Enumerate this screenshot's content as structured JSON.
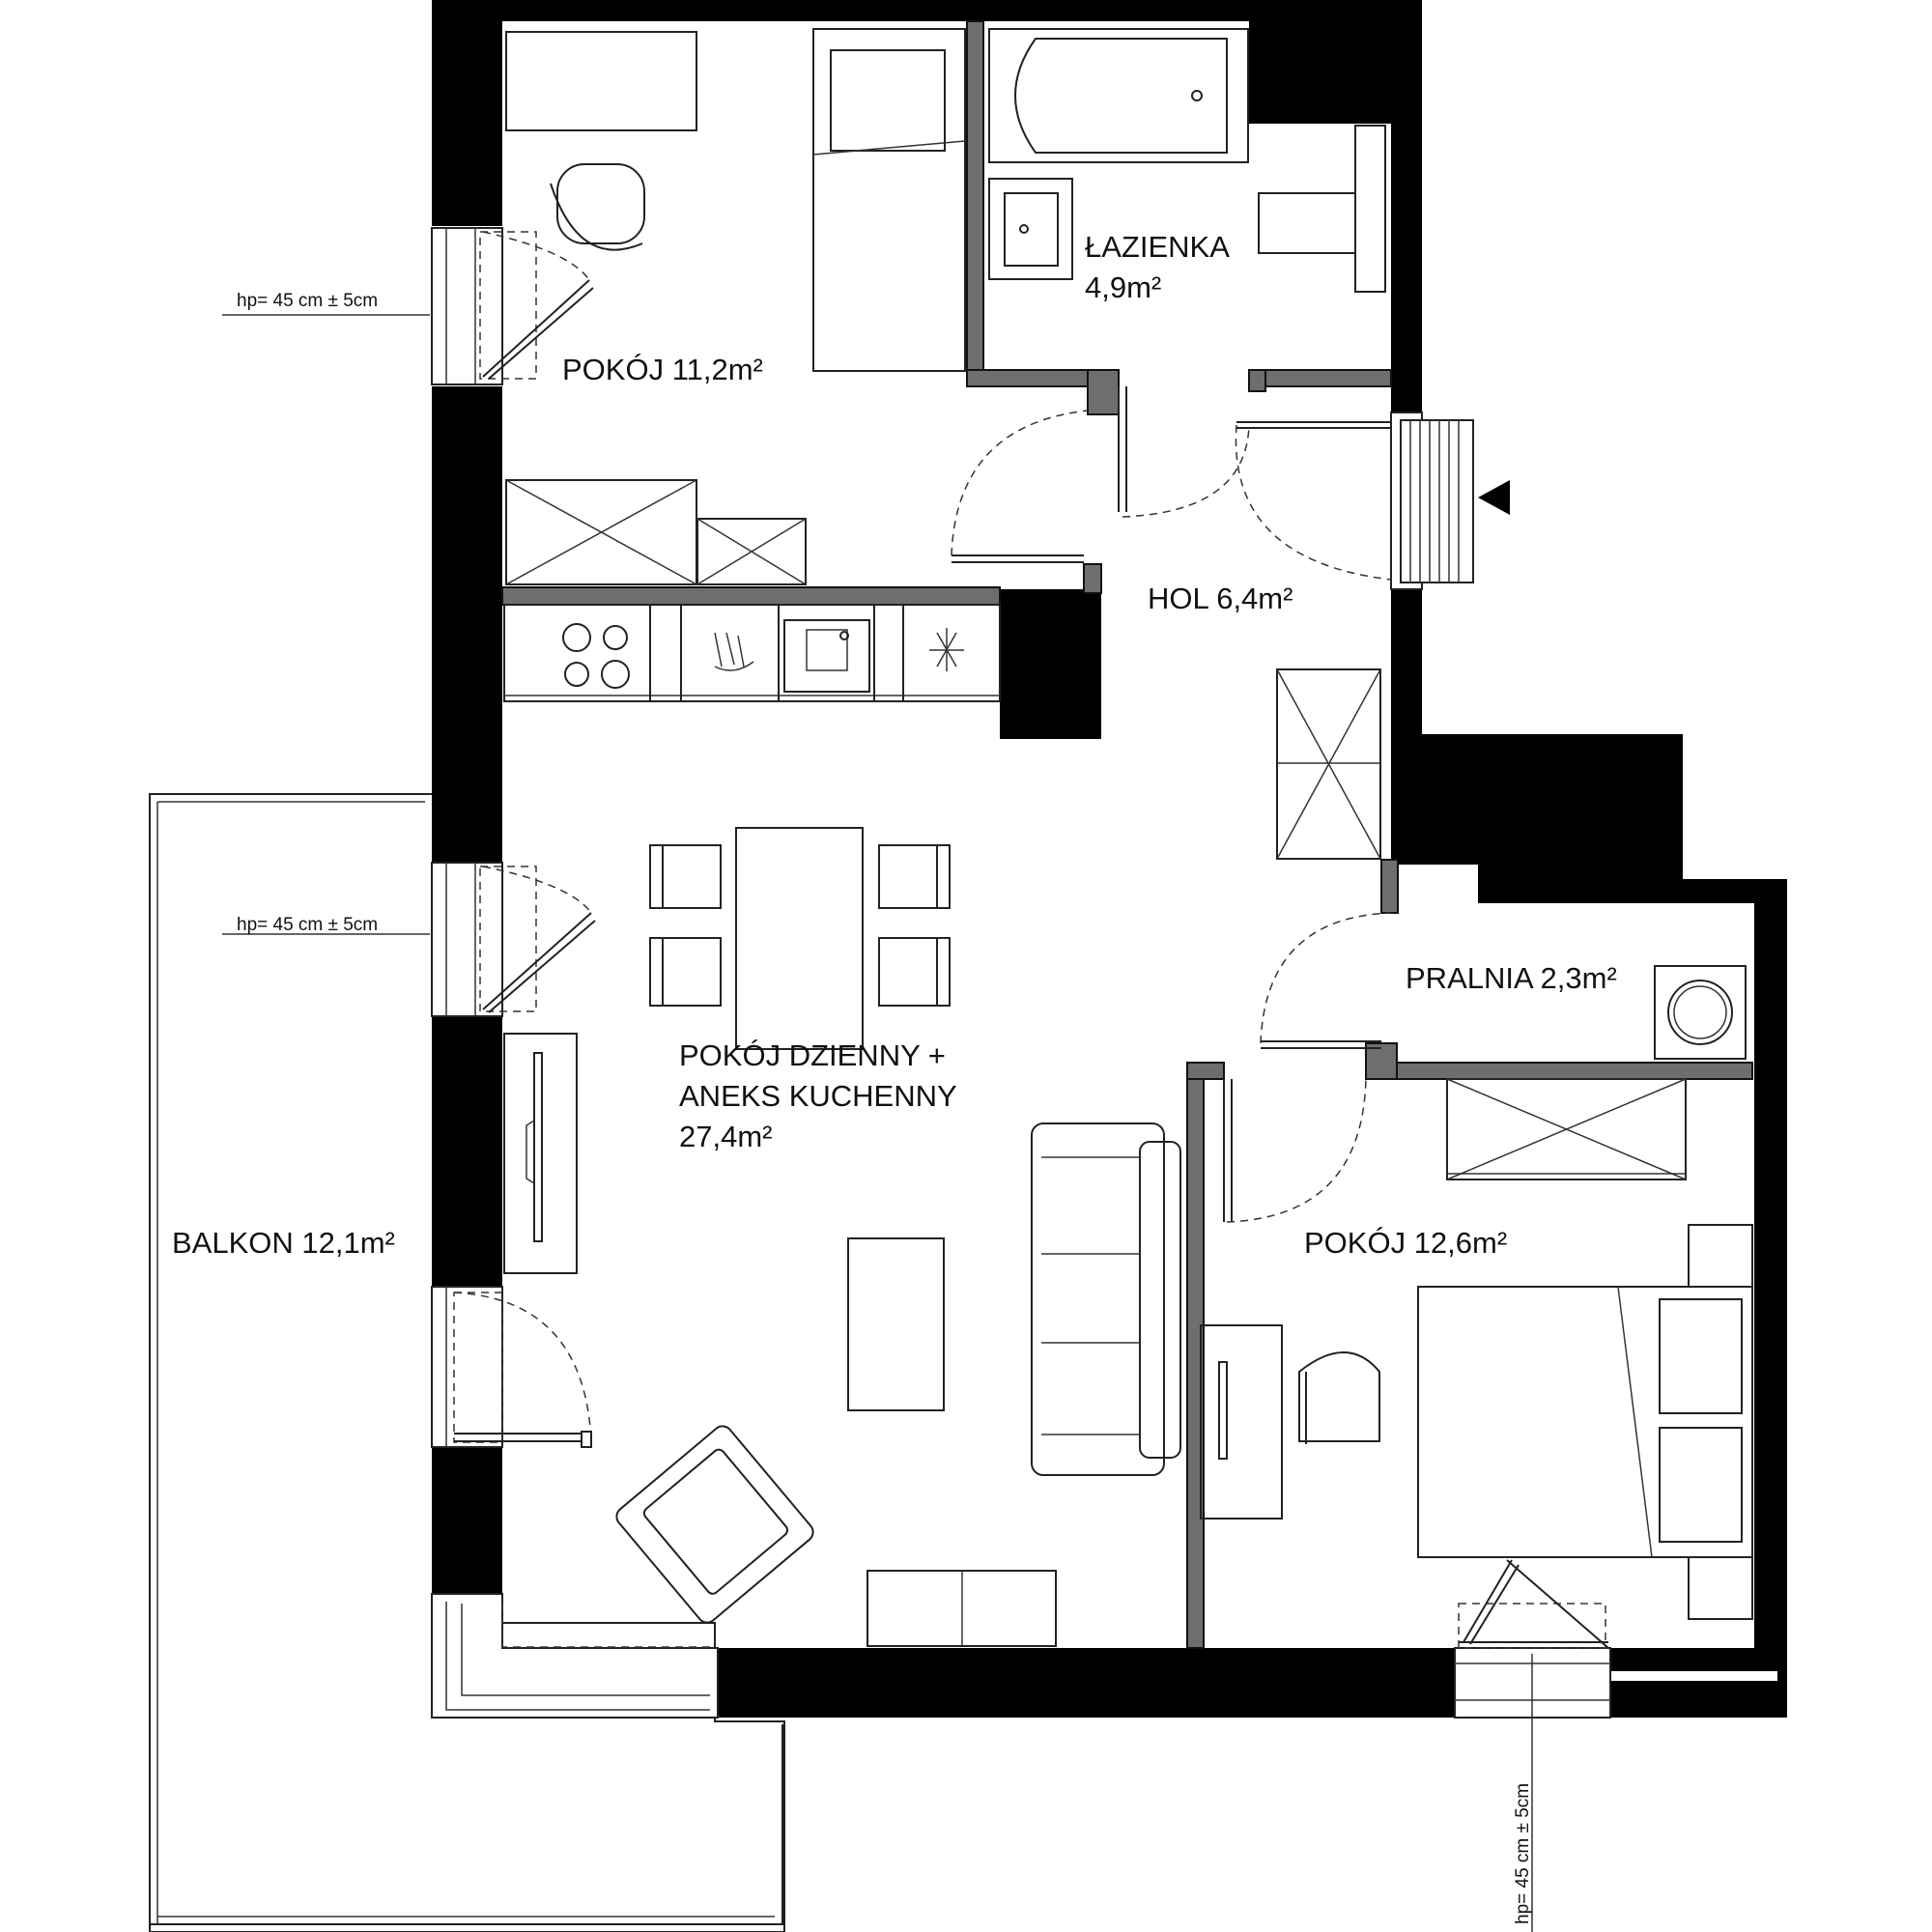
{
  "rooms": {
    "pokoj1": "POKÓJ 11,2m²",
    "lazienka_name": "ŁAZIENKA",
    "lazienka_area": "4,9m²",
    "hol": "HOL 6,4m²",
    "pralnia": "PRALNIA 2,3m²",
    "dzienny_l1": "POKÓJ DZIENNY +",
    "dzienny_l2": "ANEKS KUCHENNY",
    "dzienny_l3": "27,4m²",
    "pokoj2": "POKÓJ 12,6m²",
    "balkon": "BALKON 12,1m²"
  },
  "notes": {
    "window_top": "hp= 45 cm ± 5cm",
    "window_mid": "hp= 45 cm ± 5cm",
    "window_bottom": "hp= 45 cm ± 5cm"
  },
  "colors": {
    "wall": "#000000",
    "partition": "#6e6e6e",
    "background": "#ffffff"
  },
  "icons": {
    "entrance": "entrance-arrow-icon"
  }
}
